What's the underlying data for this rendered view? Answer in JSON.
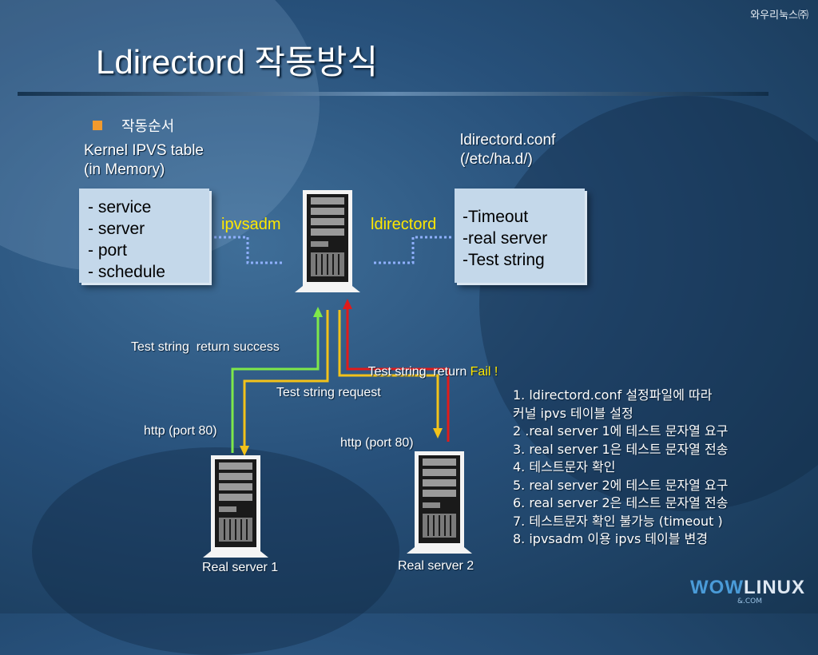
{
  "header": {
    "corner_text": "와우리눅스㈜",
    "title": "Ldirectord 작동방식"
  },
  "section": {
    "heading": "작동순서"
  },
  "ipvs": {
    "label_line1": "Kernel IPVS table",
    "label_line2": "(in Memory)",
    "items": [
      "- service",
      "- server",
      "- port",
      "- schedule"
    ]
  },
  "conf": {
    "label_line1": "ldirectord.conf",
    "label_line2": "(/etc/ha.d/)",
    "items": [
      "-Timeout",
      "-real server",
      "-Test string"
    ]
  },
  "links": {
    "ipvsadm": "ipvsadm",
    "ldirectord": "ldirectord"
  },
  "arrows": {
    "success": "Test string  return success",
    "fail_prefix": "Test string  return ",
    "fail_word": "Fail !",
    "request": "Test string request",
    "http1": "http (port 80)",
    "http2": "http (port 80)"
  },
  "servers": {
    "rs1": "Real server 1",
    "rs2": "Real server 2"
  },
  "steps": [
    "1. ldirectord.conf 설정파일에  따라",
    "커널 ipvs 테이블 설정",
    "2 .real server 1에 테스트 문자열 요구",
    "3. real server 1은 테스트 문자열 전송",
    "4. 테스트문자 확인",
    "5. real server 2에 테스트 문자열 요구",
    "6. real server 2은 테스트 문자열 전송",
    "7. 테스트문자 확인 불가능 (timeout )",
    "8. ipvsadm 이용 ipvs 테이블 변경"
  ],
  "logo": {
    "part1": "WOW",
    "part2": "LINUX",
    "sub": "&.COM"
  },
  "colors": {
    "success_line": "#7ee84a",
    "request_line": "#f2c21a",
    "fail_line": "#e01b1b",
    "fail_text": "#ffe800",
    "box_fill": "#c4d8ea"
  },
  "icons": [
    "server-tower-icon"
  ]
}
